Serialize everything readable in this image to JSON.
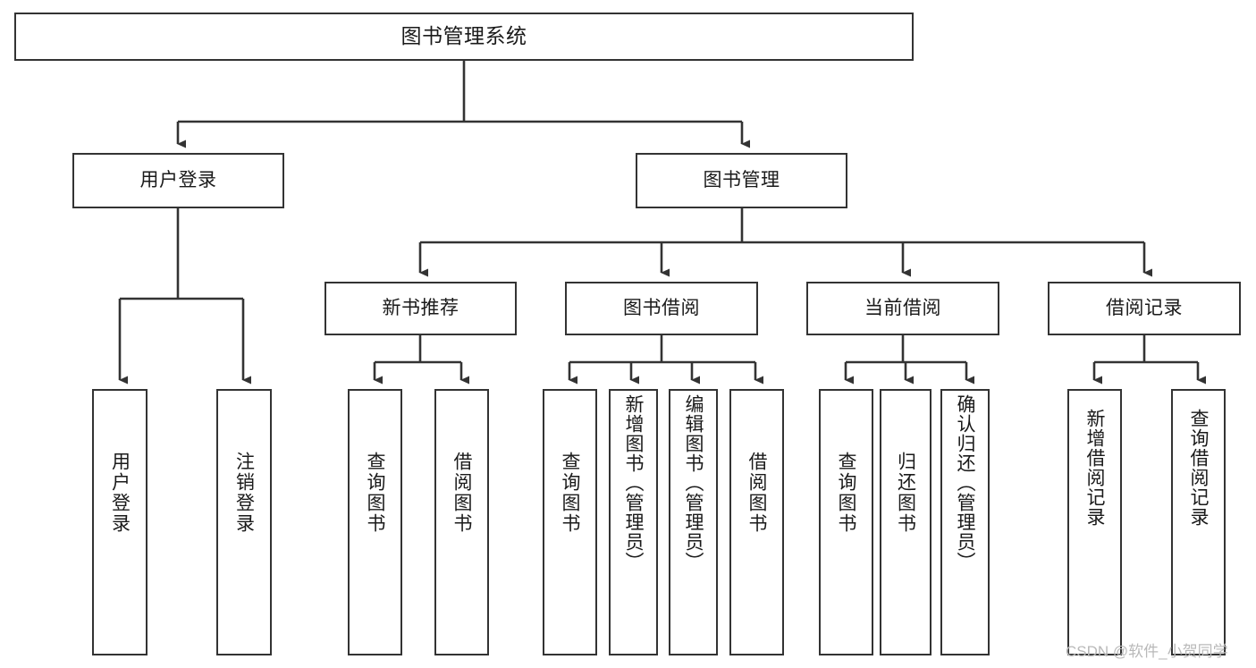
{
  "diagram": {
    "type": "tree-hierarchy-diagram",
    "title": "图书管理系统",
    "levels": 4,
    "orientation": "top-down",
    "box_fill": "#ffffff",
    "box_stroke": "#333333",
    "line_color": "#333333",
    "text_color": "#1a1a1a"
  },
  "root": {
    "label": "图书管理系统"
  },
  "level2": [
    {
      "label": "用户登录"
    },
    {
      "label": "图书管理"
    }
  ],
  "level3": [
    {
      "label": "新书推荐"
    },
    {
      "label": "图书借阅"
    },
    {
      "label": "当前借阅"
    },
    {
      "label": "借阅记录"
    }
  ],
  "leaves": {
    "user_login": [
      {
        "label": "用户登录"
      },
      {
        "label": "注销登录"
      }
    ],
    "new_book_recommend": [
      {
        "label": "查询图书"
      },
      {
        "label": "借阅图书"
      }
    ],
    "book_borrow": [
      {
        "label": "查询图书"
      },
      {
        "label": "新增图书（管理员）"
      },
      {
        "label": "编辑图书（管理员）"
      },
      {
        "label": "借阅图书"
      }
    ],
    "current_borrow": [
      {
        "label": "查询图书"
      },
      {
        "label": "归还图书"
      },
      {
        "label": "确认归还（管理员）"
      }
    ],
    "borrow_record": [
      {
        "label": "新增借阅记录"
      },
      {
        "label": "查询借阅记录"
      }
    ]
  },
  "watermark": {
    "text": "CSDN @软件_小贺同学"
  }
}
